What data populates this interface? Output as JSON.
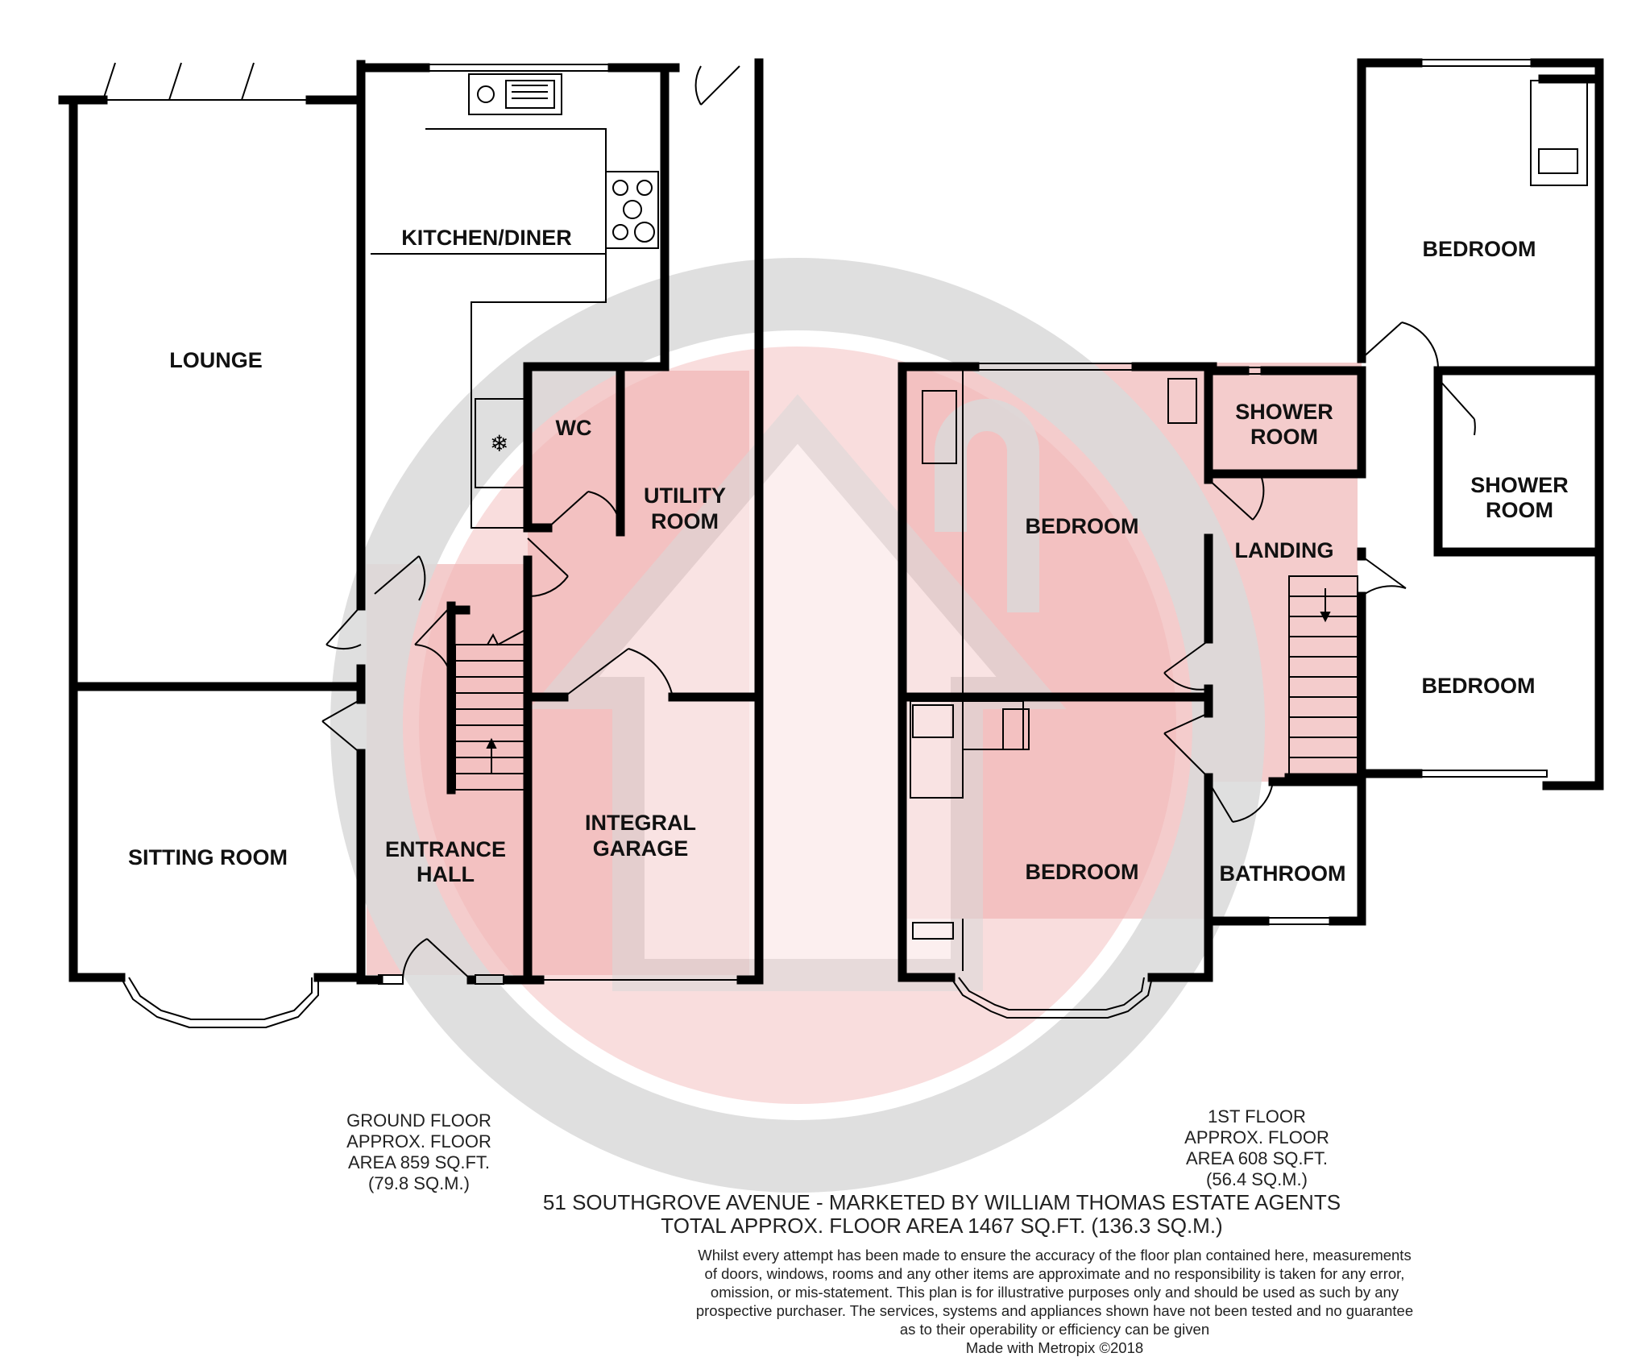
{
  "colors": {
    "wall": "#000000",
    "highlight": "#f4cccc",
    "watermark_ring": "#d8d8d8",
    "watermark_red": "#f2b3b3",
    "watermark_house": "#ececec"
  },
  "watermark": {
    "icon": "house-logo-watermark"
  },
  "icons": {
    "sink": "sink-icon",
    "hob": "hob-icon",
    "fridge": "fridge-freezer-icon",
    "wardrobe_sketch": "wardrobe-icon",
    "stairs_arrow": "stairs-arrow-icon"
  },
  "ground_floor": {
    "rooms": {
      "lounge": "LOUNGE",
      "kitchen": "KITCHEN/DINER",
      "wc": "WC",
      "utility_1": "UTILITY",
      "utility_2": "ROOM",
      "sitting": "SITTING ROOM",
      "hall_1": "ENTRANCE",
      "hall_2": "HALL",
      "garage_1": "INTEGRAL",
      "garage_2": "GARAGE"
    },
    "caption": [
      "GROUND FLOOR",
      "APPROX. FLOOR",
      "AREA 859 SQ.FT.",
      "(79.8 SQ.M.)"
    ]
  },
  "first_floor": {
    "rooms": {
      "bedroom_rear_right": "BEDROOM",
      "bedroom_rear_left": "BEDROOM",
      "bedroom_front_left": "BEDROOM",
      "bedroom_front_right": "BEDROOM",
      "shower_a_1": "SHOWER",
      "shower_a_2": "ROOM",
      "shower_b_1": "SHOWER",
      "shower_b_2": "ROOM",
      "landing": "LANDING",
      "bathroom": "BATHROOM"
    },
    "caption": [
      "1ST FLOOR",
      "APPROX. FLOOR",
      "AREA 608 SQ.FT.",
      "(56.4 SQ.M.)"
    ]
  },
  "title": {
    "line1": "51 SOUTHGROVE AVENUE - MARKETED BY WILLIAM THOMAS ESTATE AGENTS",
    "line2": "TOTAL APPROX. FLOOR AREA 1467 SQ.FT. (136.3 SQ.M.)"
  },
  "disclaimer": [
    "Whilst every attempt has been made to ensure the accuracy of the floor plan contained here, measurements",
    "of doors, windows, rooms and any other items are approximate and no responsibility is taken for any error,",
    "omission, or mis-statement. This plan is for illustrative purposes only and should be used as such by any",
    "prospective purchaser. The services, systems and appliances shown have not been tested and no guarantee",
    "as to their operability or efficiency can be given",
    "Made with Metropix ©2018"
  ]
}
